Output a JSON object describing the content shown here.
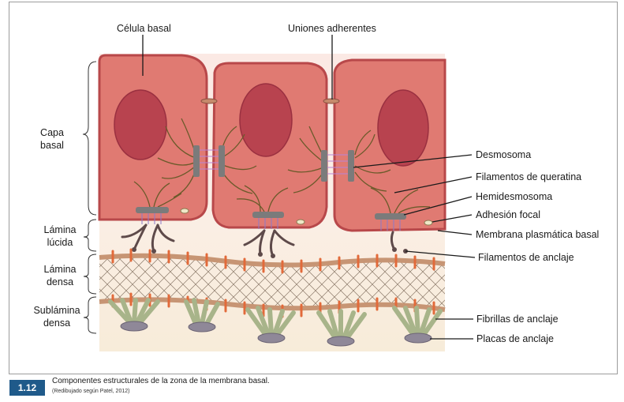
{
  "figure": {
    "number": "1.12",
    "caption": "Componentes estructurales de la zona de la membrana basal.",
    "source_note": "(Redibujado según Patel, 2012)"
  },
  "labels": {
    "celula_basal": "Célula basal",
    "uniones_adherentes": "Uniones adherentes",
    "desmosoma": "Desmosoma",
    "filamentos_queratina": "Filamentos de queratina",
    "hemidesmosoma": "Hemidesmosoma",
    "adhesion_focal": "Adhesión focal",
    "membrana_plasmatica_basal": "Membrana plasmática basal",
    "filamentos_anclaje": "Filamentos de anclaje",
    "fibrillas_anclaje": "Fibrillas de anclaje",
    "placas_anclaje": "Placas de anclaje"
  },
  "layers": {
    "capa_basal": [
      "Capa",
      "basal"
    ],
    "lamina_lucida": [
      "Lámina",
      "lúcida"
    ],
    "lamina_densa": [
      "Lámina",
      "densa"
    ],
    "sublamina_densa": [
      "Sublámina",
      "densa"
    ]
  },
  "colors": {
    "cell_fill": "#e07a72",
    "cell_border": "#b8484a",
    "nucleus": "#b8434f",
    "keratin": "#6b5a2a",
    "desmosome": "#7b7b7b",
    "anchoring_filament": "#5e4a4a",
    "lamina_densa": "#c79574",
    "tick": "#e26a3a",
    "fibril": "#a8b48a",
    "plaque": "#8f8898",
    "caption_badge": "#1f5a8a"
  }
}
